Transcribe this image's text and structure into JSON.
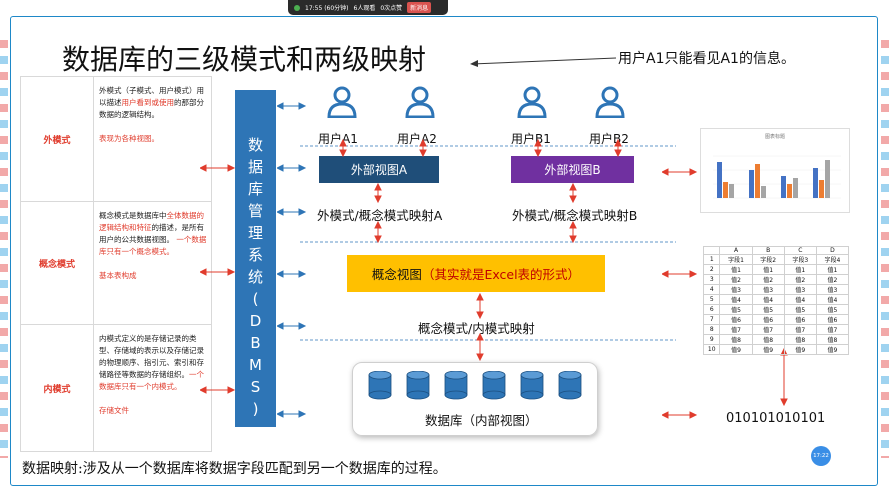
{
  "topbar": {
    "time": "17:55 (60分钟)",
    "viewers": "6人观看",
    "likes": "0次点赞",
    "end": "新消息"
  },
  "slide": {
    "title": "数据库的三级模式和两级映射",
    "note": "用户A1只能看见A1的信息。",
    "table": {
      "external": {
        "label": "外模式",
        "desc_pre": "外模式（子模式、用户模式）用以描述",
        "desc_red": "用户看到或使用",
        "desc_post": "的那部分数据的逻辑结构。",
        "note": "表现为各种视图。"
      },
      "conceptual": {
        "label": "概念模式",
        "desc_pre": "概念模式是数据库中",
        "desc_red": "全体数据的逻辑结构和特征",
        "desc_post": "的描述，是所有用户的公共数据视图。",
        "red2": "一个数据库只有一个概念模式。",
        "note": "基本表构成"
      },
      "internal": {
        "label": "内模式",
        "desc_pre": "内模式定义的是存储记录的类型、存储域的表示以及存储记录的物理顺序、指引元、索引和存储路径等数据的存储组织。",
        "desc_red": "一个数据库只有一个内模式。",
        "note": "存储文件"
      }
    },
    "dbms": [
      "数",
      "据",
      "库",
      "管",
      "理",
      "系",
      "统",
      "(",
      "D",
      "B",
      "M",
      "S",
      ")"
    ],
    "users": [
      "用户A1",
      "用户A2",
      "用户B1",
      "用户B2"
    ],
    "views": {
      "a": "外部视图A",
      "b": "外部视图B"
    },
    "maps": {
      "a": "外模式/概念模式映射A",
      "b": "外模式/概念模式映射B",
      "concept_internal": "概念模式/内模式映射"
    },
    "concept": {
      "pre": "概念视图",
      "red": "（其实就是Excel表的形式）"
    },
    "database": "数据库（内部视图）",
    "footer": {
      "label": "数据映射:",
      "text": "涉及从一个数据库将数据字段匹配到另一个数据库的过程。"
    },
    "binary": "010101010101",
    "badge": "17:22",
    "chart_card": {
      "title": "图表标题"
    },
    "sheet": {
      "cols": [
        "",
        "A",
        "B",
        "C",
        "D"
      ],
      "rows": [
        [
          "1",
          "字段1",
          "字段2",
          "字段3",
          "字段4"
        ],
        [
          "2",
          "值1",
          "值1",
          "值1",
          "值1"
        ],
        [
          "3",
          "值2",
          "值2",
          "值2",
          "值2"
        ],
        [
          "4",
          "值3",
          "值3",
          "值3",
          "值3"
        ],
        [
          "5",
          "值4",
          "值4",
          "值4",
          "值4"
        ],
        [
          "6",
          "值5",
          "值5",
          "值5",
          "值5"
        ],
        [
          "7",
          "值6",
          "值6",
          "值6",
          "值6"
        ],
        [
          "8",
          "值7",
          "值7",
          "值7",
          "值7"
        ],
        [
          "9",
          "值8",
          "值8",
          "值8",
          "值8"
        ],
        [
          "10",
          "值9",
          "值9",
          "值9",
          "值9"
        ]
      ]
    },
    "colors": {
      "dbms": "#2e75b6",
      "view_a": "#1f4e79",
      "view_b": "#7030a0",
      "concept": "#ffc000",
      "accent_red": "#e03c2d"
    }
  }
}
